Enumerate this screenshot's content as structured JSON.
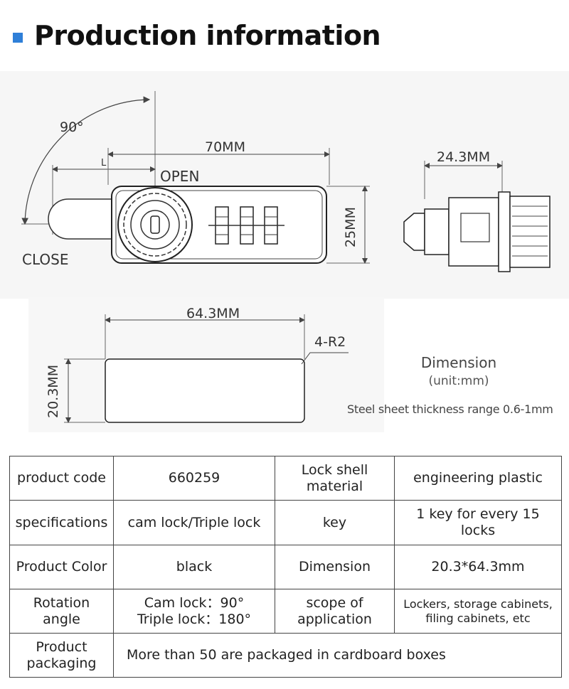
{
  "header": {
    "title": "Production information"
  },
  "drawing": {
    "angle_label": "90°",
    "l_label": "L",
    "width_label": "70MM",
    "open_label": "OPEN",
    "close_label": "CLOSE",
    "height_label": "25MM",
    "side_width_label": "24.3MM",
    "plate_width_label": "64.3MM",
    "plate_height_label": "20.3MM",
    "corner_label": "4-R2"
  },
  "dimension_note": {
    "title": "Dimension",
    "unit": "(unit:mm)"
  },
  "steel_note": "Steel sheet thickness range 0.6-1mm",
  "table": {
    "rows": [
      [
        "product code",
        "660259",
        "Lock shell material",
        "engineering plastic"
      ],
      [
        "specifications",
        "cam lock/Triple lock",
        "key",
        "1 key for every 15 locks"
      ],
      [
        "Product Color",
        "black",
        "Dimension",
        "20.3*64.3mm"
      ],
      [
        "Rotation angle",
        "Cam lock：90°\nTriple lock：180°",
        "scope of application",
        "Lockers, storage cabinets, filing cabinets, etc"
      ]
    ],
    "packaging_label": "Product packaging",
    "packaging_value": "More than 50 are packaged in cardboard boxes"
  }
}
